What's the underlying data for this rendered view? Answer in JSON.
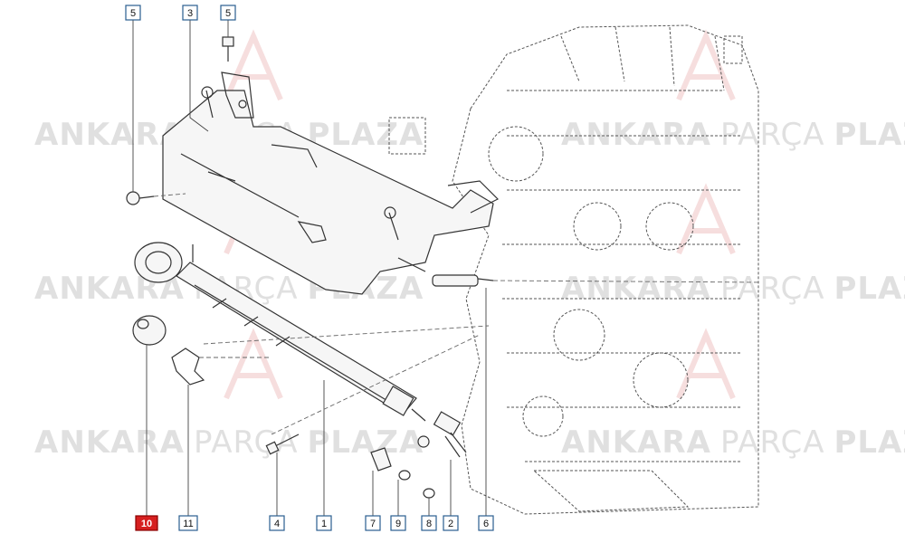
{
  "watermark": {
    "brand_bold_1": "ANKARA",
    "brand_thin": "PARÇA",
    "brand_bold_2": "PLAZA",
    "color": "#c8c8c8",
    "logo_color": "#e6a0a0"
  },
  "callouts": [
    {
      "id": "c5a",
      "label": "5",
      "highlight": false
    },
    {
      "id": "c3",
      "label": "3",
      "highlight": false
    },
    {
      "id": "c5b",
      "label": "5",
      "highlight": false
    },
    {
      "id": "c10",
      "label": "10",
      "highlight": true
    },
    {
      "id": "c11",
      "label": "11",
      "highlight": false
    },
    {
      "id": "c4",
      "label": "4",
      "highlight": false
    },
    {
      "id": "c1",
      "label": "1",
      "highlight": false
    },
    {
      "id": "c7",
      "label": "7",
      "highlight": false
    },
    {
      "id": "c9",
      "label": "9",
      "highlight": false
    },
    {
      "id": "c8",
      "label": "8",
      "highlight": false
    },
    {
      "id": "c2",
      "label": "2",
      "highlight": false
    },
    {
      "id": "c6",
      "label": "6",
      "highlight": false
    }
  ],
  "colors": {
    "callout_border": "#2a5d8f",
    "highlight_fill": "#d62020",
    "line": "#333333"
  }
}
